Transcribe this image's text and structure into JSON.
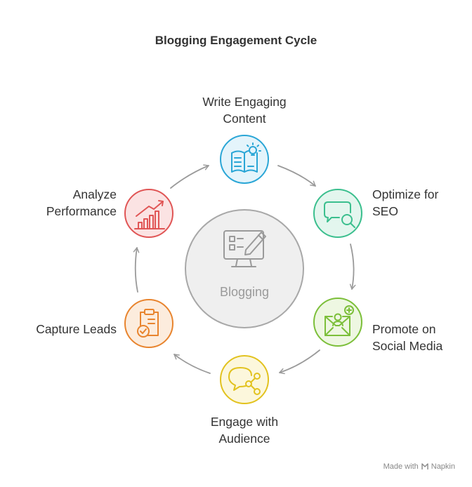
{
  "title": "Blogging Engagement Cycle",
  "center": {
    "label": "Blogging",
    "icon": "computer-checklist-pencil-icon"
  },
  "steps": [
    {
      "id": "write",
      "label_lines": [
        "Write Engaging",
        "Content"
      ],
      "icon": "book-lightbulb-icon",
      "color": "#2aa6d6",
      "fill": "#e4f4fb"
    },
    {
      "id": "seo",
      "label_lines": [
        "Optimize for",
        "SEO"
      ],
      "icon": "chat-magnifier-icon",
      "color": "#3bbf8e",
      "fill": "#e3f6ee"
    },
    {
      "id": "social",
      "label_lines": [
        "Promote on",
        "Social Media"
      ],
      "icon": "envelope-user-plus-icon",
      "color": "#7cbf3a",
      "fill": "#eef7e2"
    },
    {
      "id": "engage",
      "label_lines": [
        "Engage with",
        "Audience"
      ],
      "icon": "chat-share-icon",
      "color": "#e2c21e",
      "fill": "#fcf7dc"
    },
    {
      "id": "leads",
      "label_lines": [
        "Capture Leads"
      ],
      "icon": "clipboard-check-icon",
      "color": "#e8842e",
      "fill": "#fcecdd"
    },
    {
      "id": "analyze",
      "label_lines": [
        "Analyze",
        "Performance"
      ],
      "icon": "bar-chart-trend-icon",
      "color": "#e05555",
      "fill": "#fbe3e3"
    }
  ],
  "watermark": {
    "prefix": "Made with",
    "brand": "Napkin"
  }
}
